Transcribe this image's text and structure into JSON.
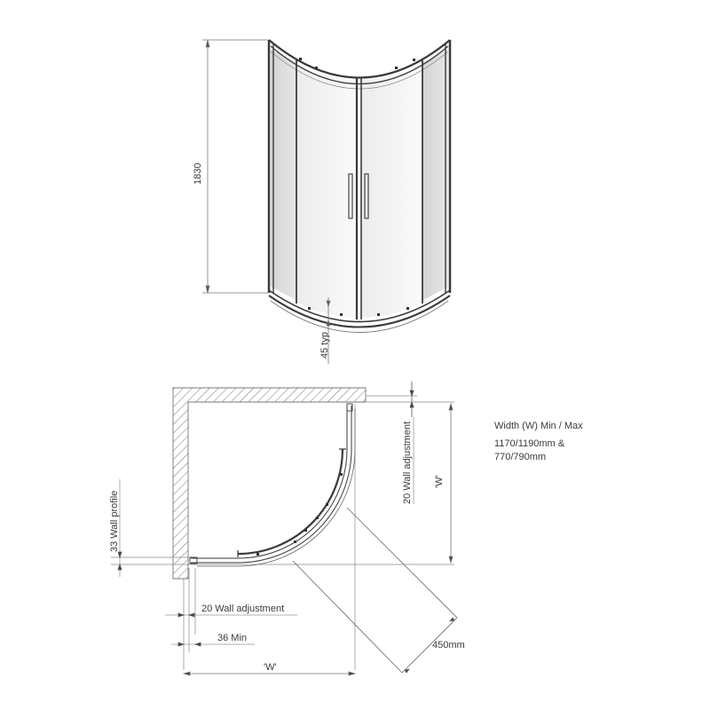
{
  "elevation": {
    "height_label": "1830",
    "base_label": "45 typ"
  },
  "plan": {
    "wall_adjustment_vertical": "20 Wall adjustment",
    "width_right": "'W'",
    "wall_profile": "33 Wall profile",
    "wall_adjustment_horizontal": "20 Wall adjustment",
    "min_label": "36 Min",
    "width_bottom": "'W'",
    "door_opening": "450mm"
  },
  "spec": {
    "title": "Width (W) Min / Max",
    "line1": "1170/1190mm &",
    "line2": "770/790mm"
  },
  "colors": {
    "line": "#555555",
    "frame": "#3a3a3a",
    "glass_side": "#dcdcdc",
    "glass_door": "#f2f2f2",
    "hatch": "#777777"
  }
}
